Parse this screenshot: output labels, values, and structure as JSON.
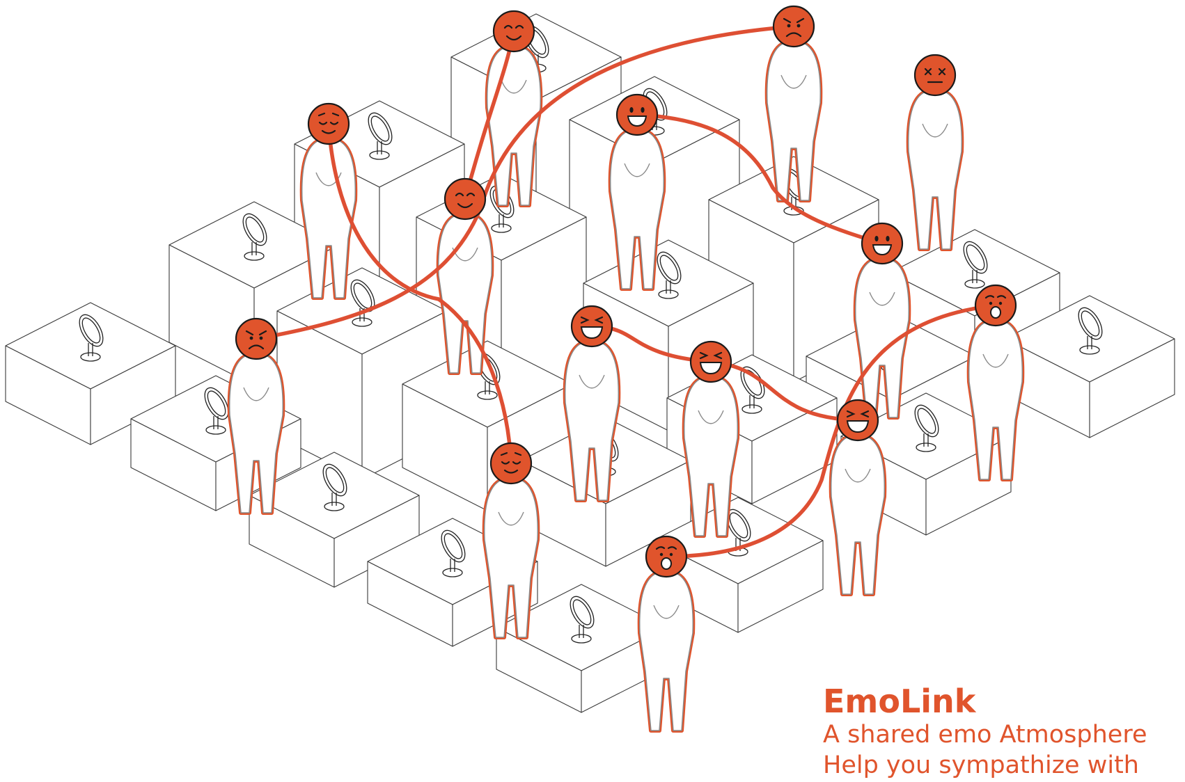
{
  "caption": {
    "title": "EmoLink",
    "line1": "A shared emo Atmosphere",
    "line2": "Help you sympathize with"
  },
  "colors": {
    "accent": "#e0542c",
    "link": "#de4f33",
    "box_stroke": "#3a3a3a",
    "figure_gray": "#8a8a8a"
  },
  "people": [
    {
      "id": "p1",
      "emotion": "happy"
    },
    {
      "id": "p2",
      "emotion": "angry"
    },
    {
      "id": "p3",
      "emotion": "dizzy"
    },
    {
      "id": "p4",
      "emotion": "relieved"
    },
    {
      "id": "p5",
      "emotion": "grinning"
    },
    {
      "id": "p6",
      "emotion": "happy"
    },
    {
      "id": "p7",
      "emotion": "grinning"
    },
    {
      "id": "p8",
      "emotion": "angry"
    },
    {
      "id": "p9",
      "emotion": "surprised"
    },
    {
      "id": "p10",
      "emotion": "laughing"
    },
    {
      "id": "p11",
      "emotion": "laughing"
    },
    {
      "id": "p12",
      "emotion": "laughing"
    },
    {
      "id": "p13",
      "emotion": "relieved"
    },
    {
      "id": "p14",
      "emotion": "surprised"
    }
  ],
  "links": [
    {
      "from": "p1",
      "to": "p6"
    },
    {
      "from": "p2",
      "to": "p8"
    },
    {
      "from": "p4",
      "to": "p13"
    },
    {
      "from": "p5",
      "to": "p7"
    },
    {
      "from": "p10",
      "to": "p11"
    },
    {
      "from": "p11",
      "to": "p12"
    },
    {
      "from": "p9",
      "to": "p14"
    }
  ]
}
